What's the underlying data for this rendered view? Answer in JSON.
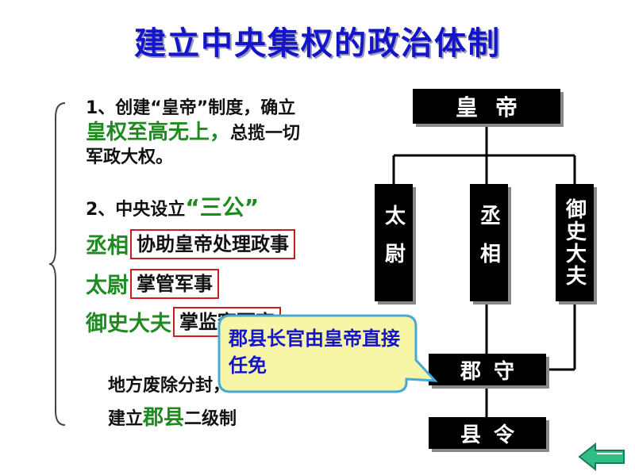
{
  "title": "建立中央集权的政治体制",
  "left": {
    "item1_line1": "1、创建“皇帝”制度，确立",
    "item1_highlight": "皇权至高无上，",
    "item1_line2_rest": "总揽一切",
    "item1_line3": "军政大权。",
    "item2_prefix": "2、中央设立",
    "item2_highlight": "“三公”",
    "officials": [
      {
        "name": "丞相",
        "duty": "协助皇帝处理政事"
      },
      {
        "name": "太尉",
        "duty": "掌管军事"
      },
      {
        "name": "御史大夫",
        "duty": "掌监察百官"
      }
    ],
    "local_line1": "地方废除分封，实行",
    "local_line2_prefix": "建立",
    "local_line2_highlight": "郡县",
    "local_line2_suffix": "二级制"
  },
  "chart": {
    "emperor": "皇帝",
    "taiwei": "太尉",
    "chengxiang": "丞相",
    "yushi": "御史大夫",
    "junshou": "郡守",
    "xianling": "县令"
  },
  "callout": {
    "text": "郡县长官由皇帝直接任免"
  },
  "colors": {
    "title": "#1414c8",
    "green": "#1f8a1f",
    "callout_fill": "#f6f6a6",
    "callout_border": "#48a8d8",
    "box_border": "#c81e1e",
    "back_arrow": "#2fbf86"
  },
  "icons": {
    "back": "back-arrow-icon"
  }
}
